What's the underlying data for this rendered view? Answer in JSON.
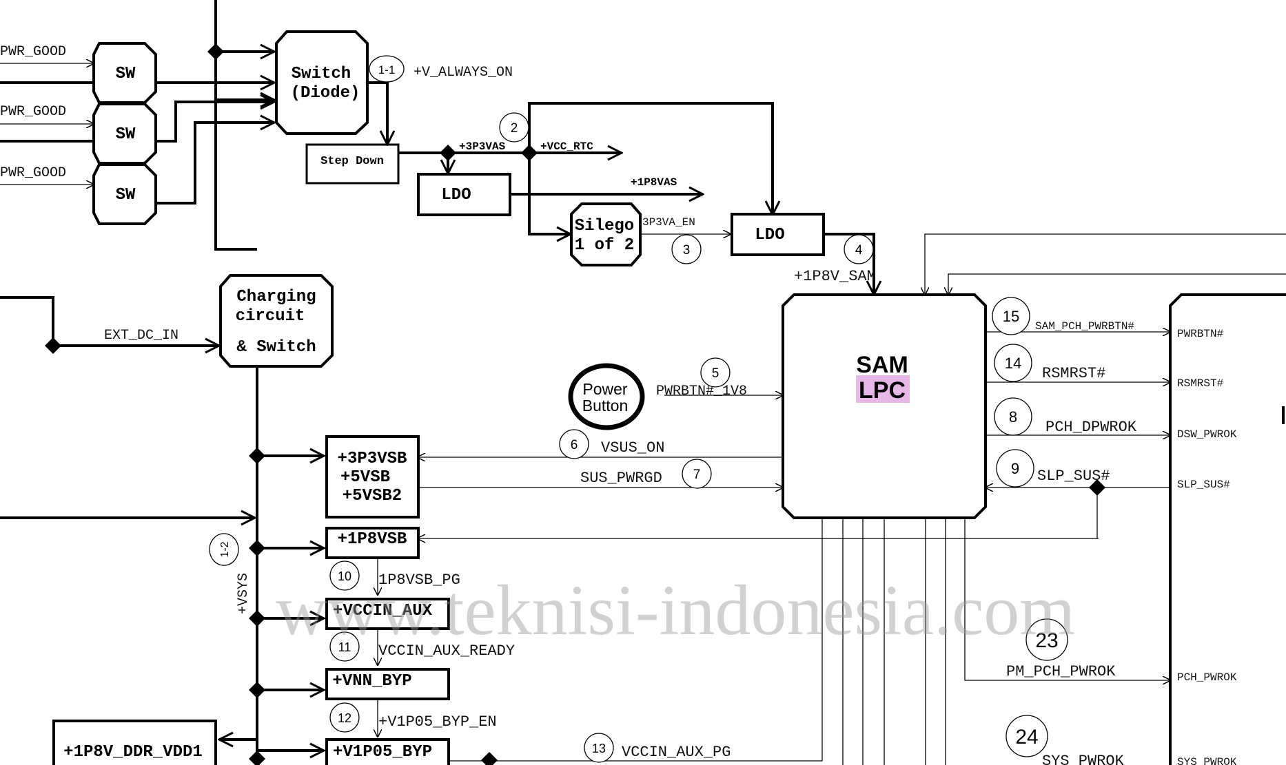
{
  "watermark": "www.teknisi-indonesia.com",
  "colors": {
    "lpc_highlight": "#e7b8e7",
    "watermark": "#9a9a9a"
  },
  "blocks": {
    "sw1": "SW",
    "sw2": "SW",
    "sw3": "SW",
    "switch_diode_1": "Switch",
    "switch_diode_2": "(Diode)",
    "step_down": "Step Down",
    "ldo1": "LDO",
    "ldo2": "LDO",
    "silego_1": "Silego",
    "silego_2": "1 of 2",
    "charging_1": "Charging",
    "charging_2": "circuit",
    "charging_3": "& Switch",
    "vsb_1": "+3P3VSB",
    "vsb_2": "+5VSB",
    "vsb_3": "+5VSB2",
    "p1p8vsb": "+1P8VSB",
    "vccin_aux": "+VCCIN_AUX",
    "vnn_byp": "+VNN_BYP",
    "v1p05_byp": "+V1P05_BYP",
    "ddr": "+1P8V_DDR_VDD1",
    "sam": "SAM",
    "lpc": "LPC",
    "power_button_1": "Power",
    "power_button_2": "Button"
  },
  "signals": {
    "pwr_good_1": "PWR_GOOD",
    "pwr_good_2": "PWR_GOOD",
    "pwr_good_3": "PWR_GOOD",
    "v_always_on": "+V_ALWAYS_ON",
    "p3p3vas": "+3P3VAS",
    "vcc_rtc": "+VCC_RTC",
    "p1p8vas": "+1P8VAS",
    "p3p3va_en": "3P3VA_EN",
    "p1p8v_sam": "+1P8V_SAM",
    "ext_dc_in": "EXT_DC_IN",
    "pwrbtn_1v8": "PWRBTN#_1V8",
    "vsus_on": "VSUS_ON",
    "sus_pwrgd": "SUS_PWRGD",
    "p1p8vsb_pg": "1P8VSB_PG",
    "vccin_aux_ready": "VCCIN_AUX_READY",
    "v1p05_byp_en": "+V1P05_BYP_EN",
    "vccin_aux_pg": "VCCIN_AUX_PG",
    "vsys": "+VSYS",
    "sam_pch_pwrbtn": "SAM_PCH_PWRBTN#",
    "rsmrst": "RSMRST#",
    "pch_dpwrok": "PCH_DPWROK",
    "slp_sus": "SLP_SUS#",
    "pm_pch_pwrok": "PM_PCH_PWROK",
    "sys_pwrok": "SYS_PWROK"
  },
  "pins": {
    "pwrbtn": "PWRBTN#",
    "rsmrst": "RSMRST#",
    "dsw_pwrok": "DSW_PWROK",
    "slp_sus": "SLP_SUS#",
    "pch_pwrok": "PCH_PWROK",
    "sys_pwrok": "SYS_PWROK"
  },
  "steps": {
    "s1_1": "1-1",
    "s1_2": "1-2",
    "s2": "2",
    "s3": "3",
    "s4": "4",
    "s5": "5",
    "s6": "6",
    "s7": "7",
    "s8": "8",
    "s9": "9",
    "s10": "10",
    "s11": "11",
    "s12": "12",
    "s13": "13",
    "s14": "14",
    "s15": "15",
    "s23": "23",
    "s24": "24"
  }
}
